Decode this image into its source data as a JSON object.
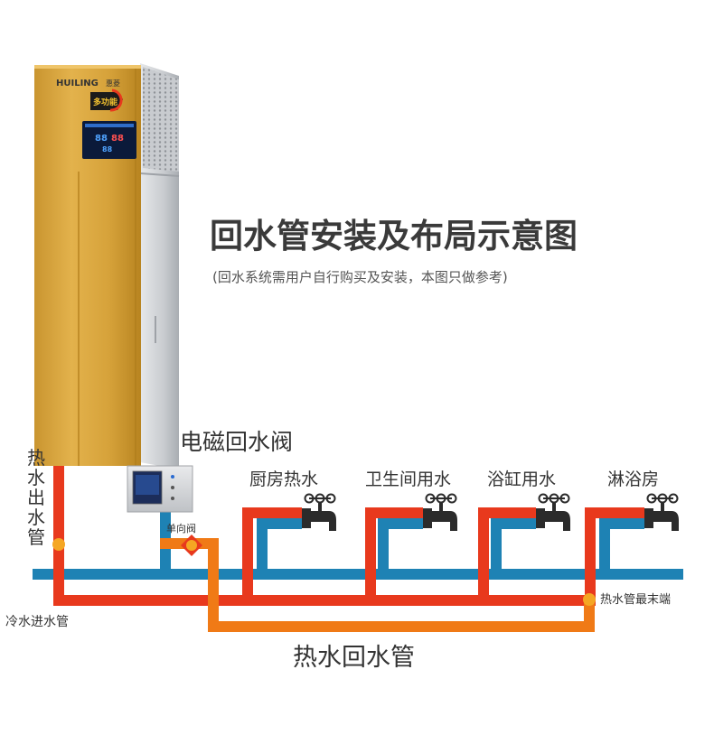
{
  "heater": {
    "brand": "HUILING",
    "brand_cn": "惠菱",
    "badge": "多功能",
    "display_digits_1": "88",
    "display_digits_2": "88",
    "display_digits_3": "88"
  },
  "title": "回水管安装及布局示意图",
  "subtitle": "(回水系统需用户自行购买及安装，本图只做参考)",
  "labels": {
    "solenoid_valve": "电磁回水阀",
    "check_valve": "单向阀",
    "hot_outlet_pipe": "热\n水\n出\n水\n管",
    "cold_inlet_pipe": "冷水进水管",
    "hot_end": "热水管最末端",
    "return_pipe": "热水回水管"
  },
  "outlets": [
    {
      "label": "厨房热水"
    },
    {
      "label": "卫生间用水"
    },
    {
      "label": "浴缸用水"
    },
    {
      "label": "淋浴房"
    }
  ],
  "colors": {
    "hot_pipe": "#e8391d",
    "cold_pipe": "#1e82b4",
    "return_pipe": "#f07a16",
    "heater_gold": "#d9a43a",
    "heater_gold_dark": "#b88420",
    "heater_silver": "#cfd2d6",
    "faucet": "#2b2b2b",
    "display_bg": "#0b1a3a"
  }
}
